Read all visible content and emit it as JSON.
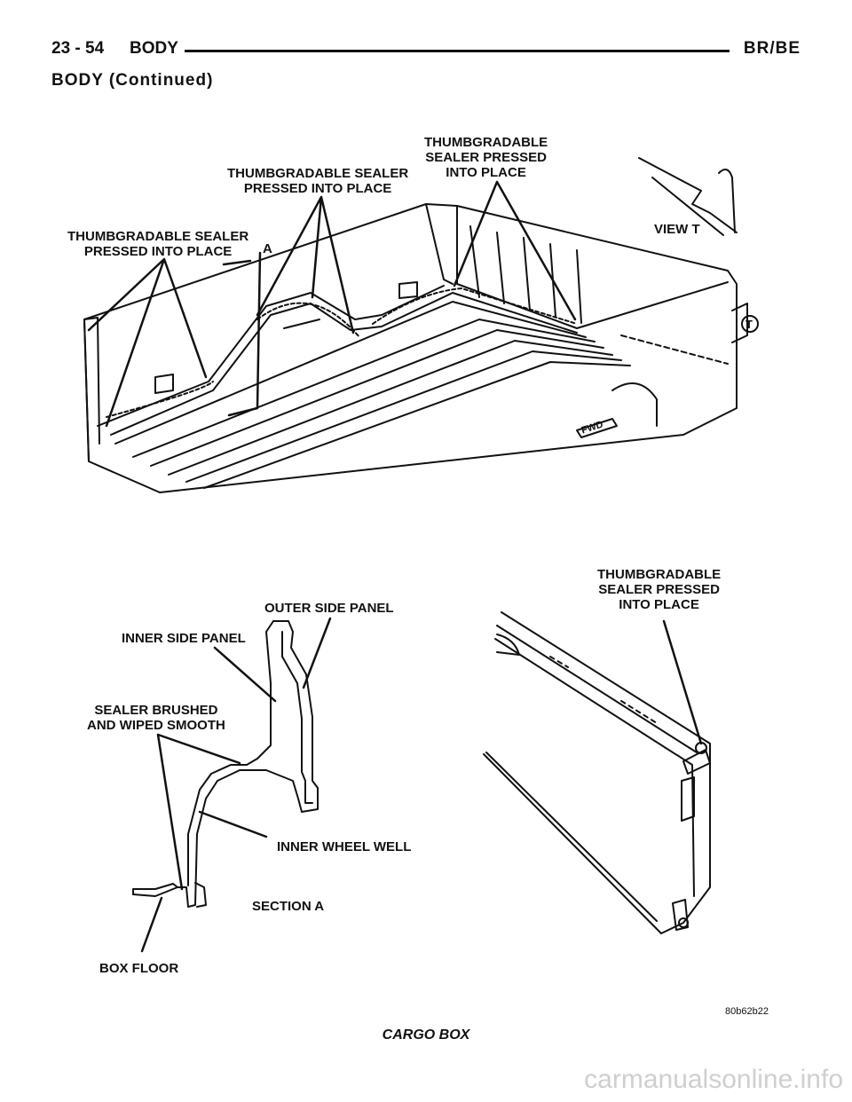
{
  "header": {
    "page": "23 - 54",
    "section": "BODY",
    "code": "BR/BE",
    "continued": "BODY (Continued)"
  },
  "labels": {
    "sealer_top_right": "THUMBGRADABLE\nSEALER PRESSED\nINTO PLACE",
    "sealer_top_mid": "THUMBGRADABLE SEALER\nPRESSED INTO PLACE",
    "sealer_top_left": "THUMBGRADABLE SEALER\nPRESSED INTO PLACE",
    "a_marker": "A",
    "view_t": "VIEW T",
    "t_marker": "T",
    "fwd": "FWD",
    "outer_side_panel": "OUTER SIDE PANEL",
    "inner_side_panel": "INNER SIDE PANEL",
    "sealer_brushed": "SEALER BRUSHED\nAND WIPED SMOOTH",
    "inner_wheel_well": "INNER WHEEL WELL",
    "section_a": "SECTION A",
    "box_floor": "BOX FLOOR",
    "sealer_bottom_right": "THUMBGRADABLE\nSEALER PRESSED\nINTO PLACE"
  },
  "figure_id": "80b62b22",
  "caption": "CARGO BOX",
  "watermark": "carmanualsonline.info"
}
